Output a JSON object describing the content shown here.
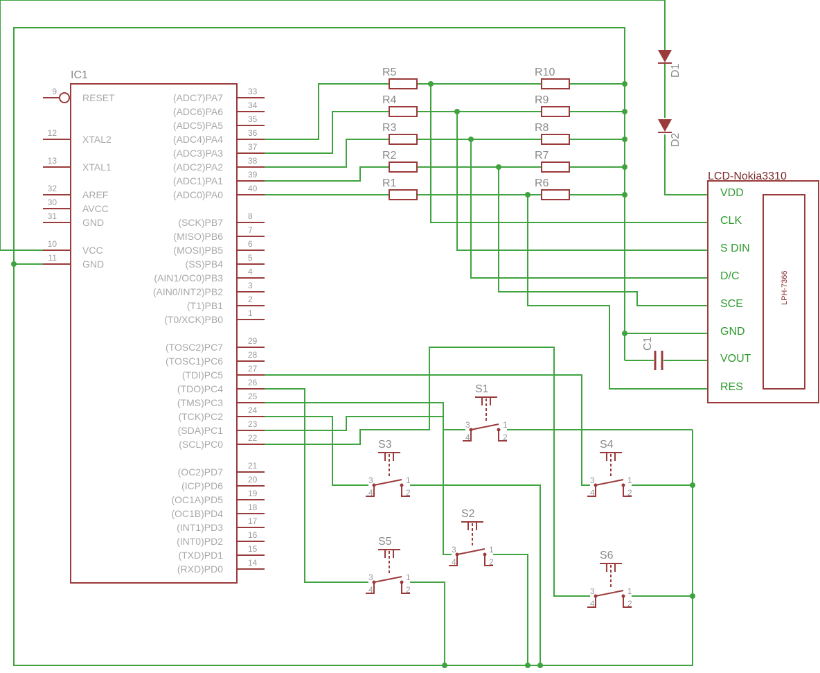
{
  "ic": {
    "name": "IC1",
    "left_pins": [
      {
        "num": "9",
        "label": "RESET"
      },
      {
        "num": "12",
        "label": "XTAL2"
      },
      {
        "num": "13",
        "label": "XTAL1"
      },
      {
        "num": "32",
        "label": "AREF"
      },
      {
        "num": "30",
        "label": "AVCC"
      },
      {
        "num": "31",
        "label": "GND"
      },
      {
        "num": "10",
        "label": "VCC"
      },
      {
        "num": "11",
        "label": "GND"
      }
    ],
    "right_pins": [
      {
        "num": "33",
        "label": "(ADC7)PA7"
      },
      {
        "num": "34",
        "label": "(ADC6)PA6"
      },
      {
        "num": "35",
        "label": "(ADC5)PA5"
      },
      {
        "num": "36",
        "label": "(ADC4)PA4"
      },
      {
        "num": "37",
        "label": "(ADC3)PA3"
      },
      {
        "num": "38",
        "label": "(ADC2)PA2"
      },
      {
        "num": "39",
        "label": "(ADC1)PA1"
      },
      {
        "num": "40",
        "label": "(ADC0)PA0"
      },
      {
        "num": "8",
        "label": "(SCK)PB7"
      },
      {
        "num": "7",
        "label": "(MISO)PB6"
      },
      {
        "num": "6",
        "label": "(MOSI)PB5"
      },
      {
        "num": "5",
        "label": "(SS)PB4"
      },
      {
        "num": "4",
        "label": "(AIN1/OC0)PB3"
      },
      {
        "num": "3",
        "label": "(AIN0/INT2)PB2"
      },
      {
        "num": "2",
        "label": "(T1)PB1"
      },
      {
        "num": "1",
        "label": "(T0/XCK)PB0"
      },
      {
        "num": "29",
        "label": "(TOSC2)PC7"
      },
      {
        "num": "28",
        "label": "(TOSC1)PC6"
      },
      {
        "num": "27",
        "label": "(TDI)PC5"
      },
      {
        "num": "26",
        "label": "(TDO)PC4"
      },
      {
        "num": "25",
        "label": "(TMS)PC3"
      },
      {
        "num": "24",
        "label": "(TCK)PC2"
      },
      {
        "num": "23",
        "label": "(SDA)PC1"
      },
      {
        "num": "22",
        "label": "(SCL)PC0"
      },
      {
        "num": "21",
        "label": "(OC2)PD7"
      },
      {
        "num": "20",
        "label": "(ICP)PD6"
      },
      {
        "num": "19",
        "label": "(OC1A)PD5"
      },
      {
        "num": "18",
        "label": "(OC1B)PD4"
      },
      {
        "num": "17",
        "label": "(INT1)PD3"
      },
      {
        "num": "16",
        "label": "(INT0)PD2"
      },
      {
        "num": "15",
        "label": "(TXD)PD1"
      },
      {
        "num": "14",
        "label": "(RXD)PD0"
      }
    ]
  },
  "resistors_left": [
    "R5",
    "R4",
    "R3",
    "R2",
    "R1"
  ],
  "resistors_right": [
    "R10",
    "R9",
    "R8",
    "R7",
    "R6"
  ],
  "diodes": [
    "D1",
    "D2"
  ],
  "capacitor": "C1",
  "lcd": {
    "name": "LCD-Nokia3310",
    "pins": [
      "VDD",
      "CLK",
      "S DIN",
      "D/C",
      "SCE",
      "GND",
      "VOUT",
      "RES"
    ],
    "inner_label": "LPH-7366"
  },
  "switches": [
    {
      "name": "S1",
      "pins": [
        "3",
        "1",
        "4",
        "2"
      ]
    },
    {
      "name": "S2",
      "pins": [
        "3",
        "1",
        "4",
        "2"
      ]
    },
    {
      "name": "S3",
      "pins": [
        "3",
        "1",
        "4",
        "2"
      ]
    },
    {
      "name": "S4",
      "pins": [
        "3",
        "1",
        "4",
        "2"
      ]
    },
    {
      "name": "S5",
      "pins": [
        "3",
        "1",
        "4",
        "2"
      ]
    },
    {
      "name": "S6",
      "pins": [
        "3",
        "1",
        "4",
        "2"
      ]
    }
  ]
}
